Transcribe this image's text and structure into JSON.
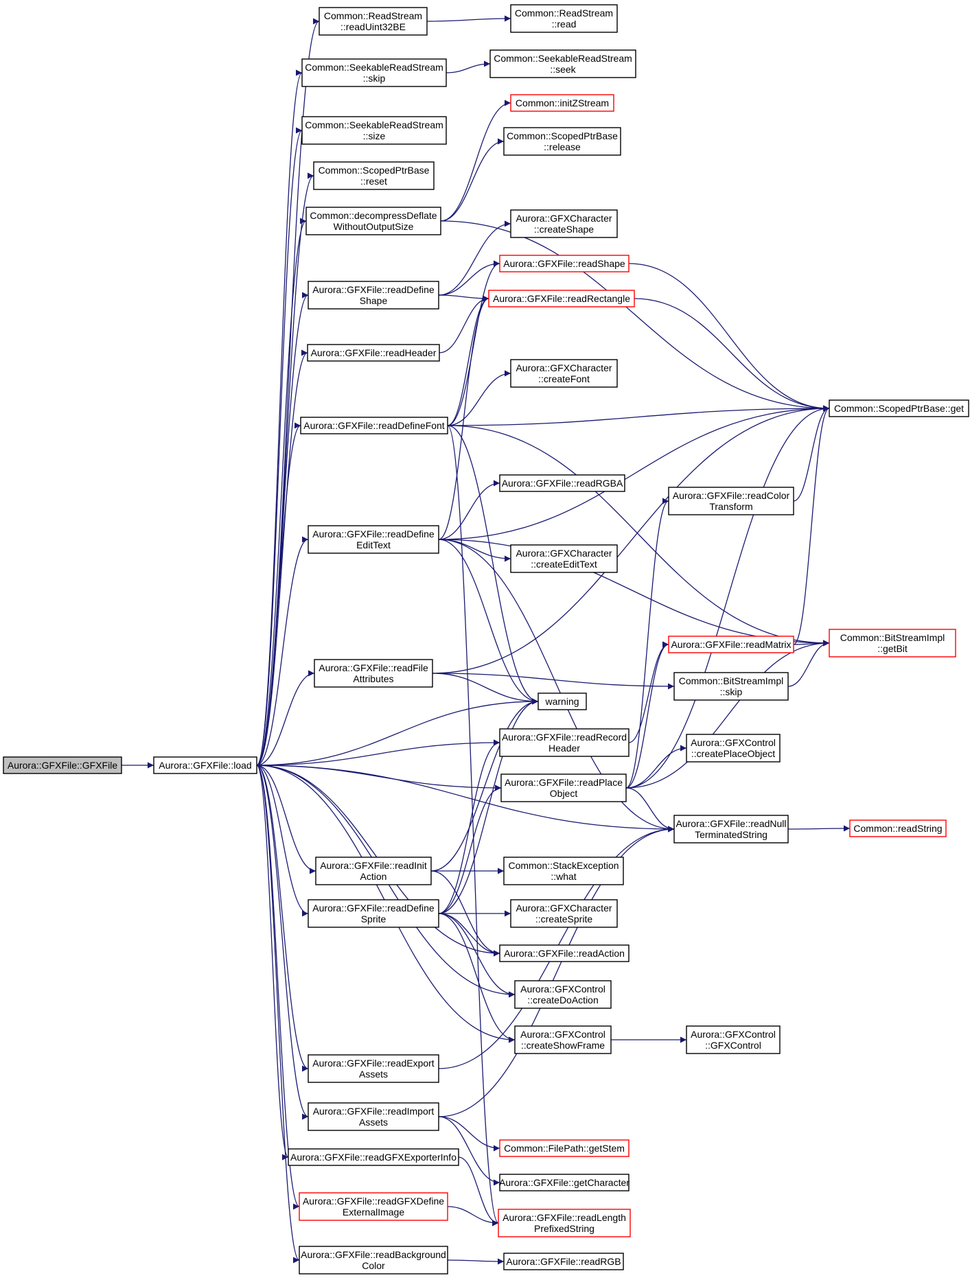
{
  "colors": {
    "edge": "#191970",
    "node_border": "#000000",
    "node_border_incomplete": "#ff0000",
    "node_fill": "#ffffff",
    "node_fill_root": "#bfbfbf"
  },
  "nodes": {
    "gfxfile_ctor": {
      "lines": [
        "Aurora::GFXFile::GFXFile"
      ],
      "root": true
    },
    "load": {
      "lines": [
        "Aurora::GFXFile::load"
      ]
    },
    "readUint32BE": {
      "lines": [
        "Common::ReadStream",
        "::readUint32BE"
      ]
    },
    "rs_read": {
      "lines": [
        "Common::ReadStream",
        "::read"
      ]
    },
    "srs_skip": {
      "lines": [
        "Common::SeekableReadStream",
        "::skip"
      ]
    },
    "srs_seek": {
      "lines": [
        "Common::SeekableReadStream",
        "::seek"
      ]
    },
    "srs_size": {
      "lines": [
        "Common::SeekableReadStream",
        "::size"
      ]
    },
    "initZStream": {
      "lines": [
        "Common::initZStream"
      ],
      "incomplete": true
    },
    "sp_release": {
      "lines": [
        "Common::ScopedPtrBase",
        "::release"
      ]
    },
    "sp_reset": {
      "lines": [
        "Common::ScopedPtrBase",
        "::reset"
      ]
    },
    "decompress": {
      "lines": [
        "Common::decompressDeflate",
        "WithoutOutputSize"
      ]
    },
    "createShape": {
      "lines": [
        "Aurora::GFXCharacter",
        "::createShape"
      ]
    },
    "readShape": {
      "lines": [
        "Aurora::GFXFile::readShape"
      ],
      "incomplete": true
    },
    "readDefineShape": {
      "lines": [
        "Aurora::GFXFile::readDefine",
        "Shape"
      ]
    },
    "readRectangle": {
      "lines": [
        "Aurora::GFXFile::readRectangle"
      ],
      "incomplete": true
    },
    "readHeader": {
      "lines": [
        "Aurora::GFXFile::readHeader"
      ]
    },
    "createFont": {
      "lines": [
        "Aurora::GFXCharacter",
        "::createFont"
      ]
    },
    "sp_get": {
      "lines": [
        "Common::ScopedPtrBase::get"
      ]
    },
    "readDefineFont": {
      "lines": [
        "Aurora::GFXFile::readDefineFont"
      ]
    },
    "readRGBA": {
      "lines": [
        "Aurora::GFXFile::readRGBA"
      ]
    },
    "readColorTransform": {
      "lines": [
        "Aurora::GFXFile::readColor",
        "Transform"
      ]
    },
    "readDefineEditText": {
      "lines": [
        "Aurora::GFXFile::readDefine",
        "EditText"
      ]
    },
    "createEditText": {
      "lines": [
        "Aurora::GFXCharacter",
        "::createEditText"
      ]
    },
    "readMatrix": {
      "lines": [
        "Aurora::GFXFile::readMatrix"
      ],
      "incomplete": true
    },
    "getBit": {
      "lines": [
        "Common::BitStreamImpl",
        "::getBit"
      ],
      "incomplete": true
    },
    "readFileAttributes": {
      "lines": [
        "Aurora::GFXFile::readFile",
        "Attributes"
      ]
    },
    "bs_skip": {
      "lines": [
        "Common::BitStreamImpl",
        "::skip"
      ]
    },
    "warning": {
      "lines": [
        "warning"
      ]
    },
    "readRecordHeader": {
      "lines": [
        "Aurora::GFXFile::readRecord",
        "Header"
      ]
    },
    "createPlaceObject": {
      "lines": [
        "Aurora::GFXControl",
        "::createPlaceObject"
      ]
    },
    "readPlaceObject": {
      "lines": [
        "Aurora::GFXFile::readPlace",
        "Object"
      ]
    },
    "readNullTerminated": {
      "lines": [
        "Aurora::GFXFile::readNull",
        "TerminatedString"
      ]
    },
    "readString": {
      "lines": [
        "Common::readString"
      ],
      "incomplete": true
    },
    "readInitAction": {
      "lines": [
        "Aurora::GFXFile::readInit",
        "Action"
      ]
    },
    "stackWhat": {
      "lines": [
        "Common::StackException",
        "::what"
      ]
    },
    "readDefineSprite": {
      "lines": [
        "Aurora::GFXFile::readDefine",
        "Sprite"
      ]
    },
    "createSprite": {
      "lines": [
        "Aurora::GFXCharacter",
        "::createSprite"
      ]
    },
    "readAction": {
      "lines": [
        "Aurora::GFXFile::readAction"
      ]
    },
    "createDoAction": {
      "lines": [
        "Aurora::GFXControl",
        "::createDoAction"
      ]
    },
    "createShowFrame": {
      "lines": [
        "Aurora::GFXControl",
        "::createShowFrame"
      ]
    },
    "gfxControlCtor": {
      "lines": [
        "Aurora::GFXControl",
        "::GFXControl"
      ]
    },
    "readExportAssets": {
      "lines": [
        "Aurora::GFXFile::readExport",
        "Assets"
      ]
    },
    "readImportAssets": {
      "lines": [
        "Aurora::GFXFile::readImport",
        "Assets"
      ]
    },
    "getStem": {
      "lines": [
        "Common::FilePath::getStem"
      ],
      "incomplete": true
    },
    "readExporterInfo": {
      "lines": [
        "Aurora::GFXFile::readGFXExporterInfo"
      ]
    },
    "getCharacter": {
      "lines": [
        "Aurora::GFXFile::getCharacter"
      ]
    },
    "readExternalImage": {
      "lines": [
        "Aurora::GFXFile::readGFXDefine",
        "ExternalImage"
      ],
      "incomplete": true
    },
    "readLengthPrefixed": {
      "lines": [
        "Aurora::GFXFile::readLength",
        "PrefixedString"
      ],
      "incomplete": true
    },
    "readBackgroundColor": {
      "lines": [
        "Aurora::GFXFile::readBackground",
        "Color"
      ]
    },
    "readRGB": {
      "lines": [
        "Aurora::GFXFile::readRGB"
      ]
    }
  },
  "edges": [
    [
      "gfxfile_ctor",
      "load"
    ],
    [
      "load",
      "readUint32BE"
    ],
    [
      "load",
      "srs_skip"
    ],
    [
      "load",
      "srs_size"
    ],
    [
      "load",
      "sp_reset"
    ],
    [
      "load",
      "decompress"
    ],
    [
      "load",
      "readDefineShape"
    ],
    [
      "load",
      "readHeader"
    ],
    [
      "load",
      "readDefineFont"
    ],
    [
      "load",
      "readDefineEditText"
    ],
    [
      "load",
      "readFileAttributes"
    ],
    [
      "load",
      "warning"
    ],
    [
      "load",
      "readRecordHeader"
    ],
    [
      "load",
      "readPlaceObject"
    ],
    [
      "load",
      "readNullTerminated"
    ],
    [
      "load",
      "readInitAction"
    ],
    [
      "load",
      "readDefineSprite"
    ],
    [
      "load",
      "readAction"
    ],
    [
      "load",
      "createDoAction"
    ],
    [
      "load",
      "createShowFrame"
    ],
    [
      "load",
      "readExportAssets"
    ],
    [
      "load",
      "readImportAssets"
    ],
    [
      "load",
      "readExporterInfo"
    ],
    [
      "load",
      "readExternalImage"
    ],
    [
      "load",
      "readBackgroundColor"
    ],
    [
      "readUint32BE",
      "rs_read"
    ],
    [
      "srs_skip",
      "srs_seek"
    ],
    [
      "decompress",
      "initZStream"
    ],
    [
      "decompress",
      "sp_release"
    ],
    [
      "decompress",
      "sp_get"
    ],
    [
      "readDefineShape",
      "createShape"
    ],
    [
      "readDefineShape",
      "readShape"
    ],
    [
      "readDefineShape",
      "readRectangle"
    ],
    [
      "readHeader",
      "readRectangle"
    ],
    [
      "readShape",
      "sp_get"
    ],
    [
      "readRectangle",
      "sp_get"
    ],
    [
      "readDefineFont",
      "readShape"
    ],
    [
      "readDefineFont",
      "readRectangle"
    ],
    [
      "readDefineFont",
      "createFont"
    ],
    [
      "readDefineFont",
      "sp_get"
    ],
    [
      "readDefineFont",
      "getBit"
    ],
    [
      "readDefineFont",
      "warning"
    ],
    [
      "readDefineFont",
      "readLengthPrefixed"
    ],
    [
      "readDefineEditText",
      "readRectangle"
    ],
    [
      "readDefineEditText",
      "readRGBA"
    ],
    [
      "readDefineEditText",
      "createEditText"
    ],
    [
      "readDefineEditText",
      "getBit"
    ],
    [
      "readDefineEditText",
      "warning"
    ],
    [
      "readDefineEditText",
      "readNullTerminated"
    ],
    [
      "readDefineEditText",
      "sp_get"
    ],
    [
      "readFileAttributes",
      "sp_get"
    ],
    [
      "readFileAttributes",
      "bs_skip"
    ],
    [
      "readFileAttributes",
      "warning"
    ],
    [
      "readColorTransform",
      "sp_get"
    ],
    [
      "readMatrix",
      "getBit"
    ],
    [
      "readMatrix",
      "sp_get"
    ],
    [
      "bs_skip",
      "getBit"
    ],
    [
      "readRecordHeader",
      "readMatrix"
    ],
    [
      "readPlaceObject",
      "createPlaceObject"
    ],
    [
      "readPlaceObject",
      "readColorTransform"
    ],
    [
      "readPlaceObject",
      "readMatrix"
    ],
    [
      "readPlaceObject",
      "getBit"
    ],
    [
      "readPlaceObject",
      "sp_get"
    ],
    [
      "readPlaceObject",
      "readNullTerminated"
    ],
    [
      "readNullTerminated",
      "readString"
    ],
    [
      "readInitAction",
      "warning"
    ],
    [
      "readInitAction",
      "stackWhat"
    ],
    [
      "readInitAction",
      "readAction"
    ],
    [
      "readDefineSprite",
      "warning"
    ],
    [
      "readDefineSprite",
      "readRecordHeader"
    ],
    [
      "readDefineSprite",
      "readPlaceObject"
    ],
    [
      "readDefineSprite",
      "createSprite"
    ],
    [
      "readDefineSprite",
      "readAction"
    ],
    [
      "readDefineSprite",
      "createDoAction"
    ],
    [
      "readDefineSprite",
      "createShowFrame"
    ],
    [
      "createShowFrame",
      "gfxControlCtor"
    ],
    [
      "readExportAssets",
      "readNullTerminated"
    ],
    [
      "readImportAssets",
      "readNullTerminated"
    ],
    [
      "readImportAssets",
      "getStem"
    ],
    [
      "readImportAssets",
      "getCharacter"
    ],
    [
      "readExporterInfo",
      "readLengthPrefixed"
    ],
    [
      "readExternalImage",
      "readLengthPrefixed"
    ],
    [
      "readBackgroundColor",
      "readRGB"
    ]
  ]
}
